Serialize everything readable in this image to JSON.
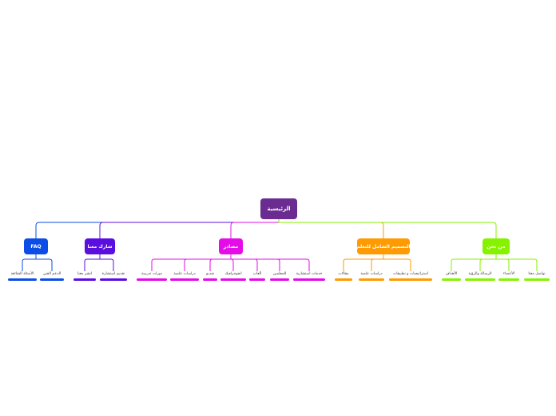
{
  "root": {
    "label": "الرئيسية",
    "color": "#6a2c91"
  },
  "branches": [
    {
      "label": "FAQ",
      "color": "#0b4de6",
      "leaves": [
        "الأسئلة الشائعة",
        "الدعم الفني"
      ]
    },
    {
      "label": "شارك معنا",
      "color": "#5b0ee0",
      "leaves": [
        "انشر معنا",
        "تقديم استشارة"
      ]
    },
    {
      "label": "مصادر",
      "color": "#e40ce8",
      "leaves": [
        "دورات تدريبية",
        "دراسات علمية",
        "فيديو",
        "انفوجرافيك",
        "ألعاب",
        "للمعلمين",
        "خدمات استشارية"
      ]
    },
    {
      "label": "التصميم الشامل للتعلم",
      "color": "#ff9a00",
      "leaves": [
        "مقالات",
        "دراسات علمية",
        "استراتيجيات و تطبيقات"
      ]
    },
    {
      "label": "من نحن",
      "color": "#86f200",
      "leaves": [
        "الأهداف",
        "الرسالة والرؤية",
        "الأعضاء",
        "تواصل معنا"
      ]
    }
  ]
}
